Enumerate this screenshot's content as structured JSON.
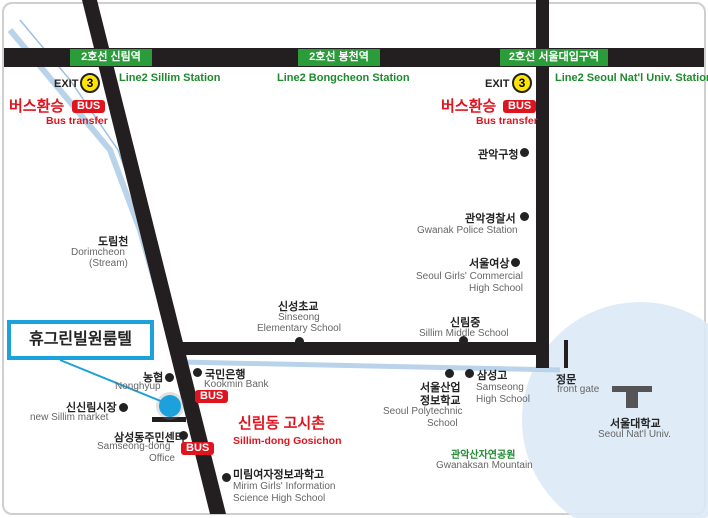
{
  "stations": [
    {
      "ko": "2호선 신림역",
      "en": "Line2 Sillim Station"
    },
    {
      "ko": "2호선 봉천역",
      "en": "Line2 Bongcheon Station"
    },
    {
      "ko": "2호선 서울대입구역",
      "en": "Line2 Seoul Nat'l Univ. Station"
    }
  ],
  "exit": {
    "label": "EXIT",
    "number": "3"
  },
  "bus_transfer": {
    "ko": "버스환승",
    "badge": "BUS",
    "en": "Bus transfer"
  },
  "bus_badge": "BUS",
  "target": {
    "name": "휴그린빌원룸텔"
  },
  "area": {
    "ko": "신림동 고시촌",
    "en": "Sillim-dong Gosichon"
  },
  "landmarks": [
    {
      "ko": "도림천",
      "en": "Dorimcheon",
      "en2": "(Stream)"
    },
    {
      "ko": "관악구청"
    },
    {
      "ko": "관악경찰서",
      "en": "Gwanak Police Station"
    },
    {
      "ko": "서울여상",
      "en": "Seoul Girls' Commercial",
      "en2": "High School"
    },
    {
      "ko": "신성초교",
      "en": "Sinseong",
      "en2": "Elementary School"
    },
    {
      "ko": "신림중",
      "en": "Sillim Middle School"
    },
    {
      "ko": "농협",
      "en": "Nonghyup"
    },
    {
      "ko": "국민은행",
      "en": "Kookmin Bank"
    },
    {
      "ko": "신신림시장",
      "en": "new Sillim market"
    },
    {
      "ko": "삼성동주민센터",
      "en": "Samseong-dong",
      "en2": "Office"
    },
    {
      "ko": "미림여자정보과학고",
      "en": "Mirim Girls' Information",
      "en2": "Science High School"
    },
    {
      "ko": "서울산업",
      "ko2": "정보학교",
      "en": "Seoul Polytechnic",
      "en2": "School"
    },
    {
      "ko": "삼성고",
      "en": "Samseong",
      "en2": "High School"
    },
    {
      "ko": "관악산자연공원",
      "en": "Gwanaksan Mountain"
    },
    {
      "ko": "정문",
      "en": "front gate"
    },
    {
      "ko": "서울대학교",
      "en": "Seoul Nat'l Univ."
    }
  ],
  "colors": {
    "road": "#231f20",
    "green": "#2a9c3a",
    "red": "#e0141e",
    "blue": "#1da1dc",
    "campus": "#dce9f5"
  }
}
